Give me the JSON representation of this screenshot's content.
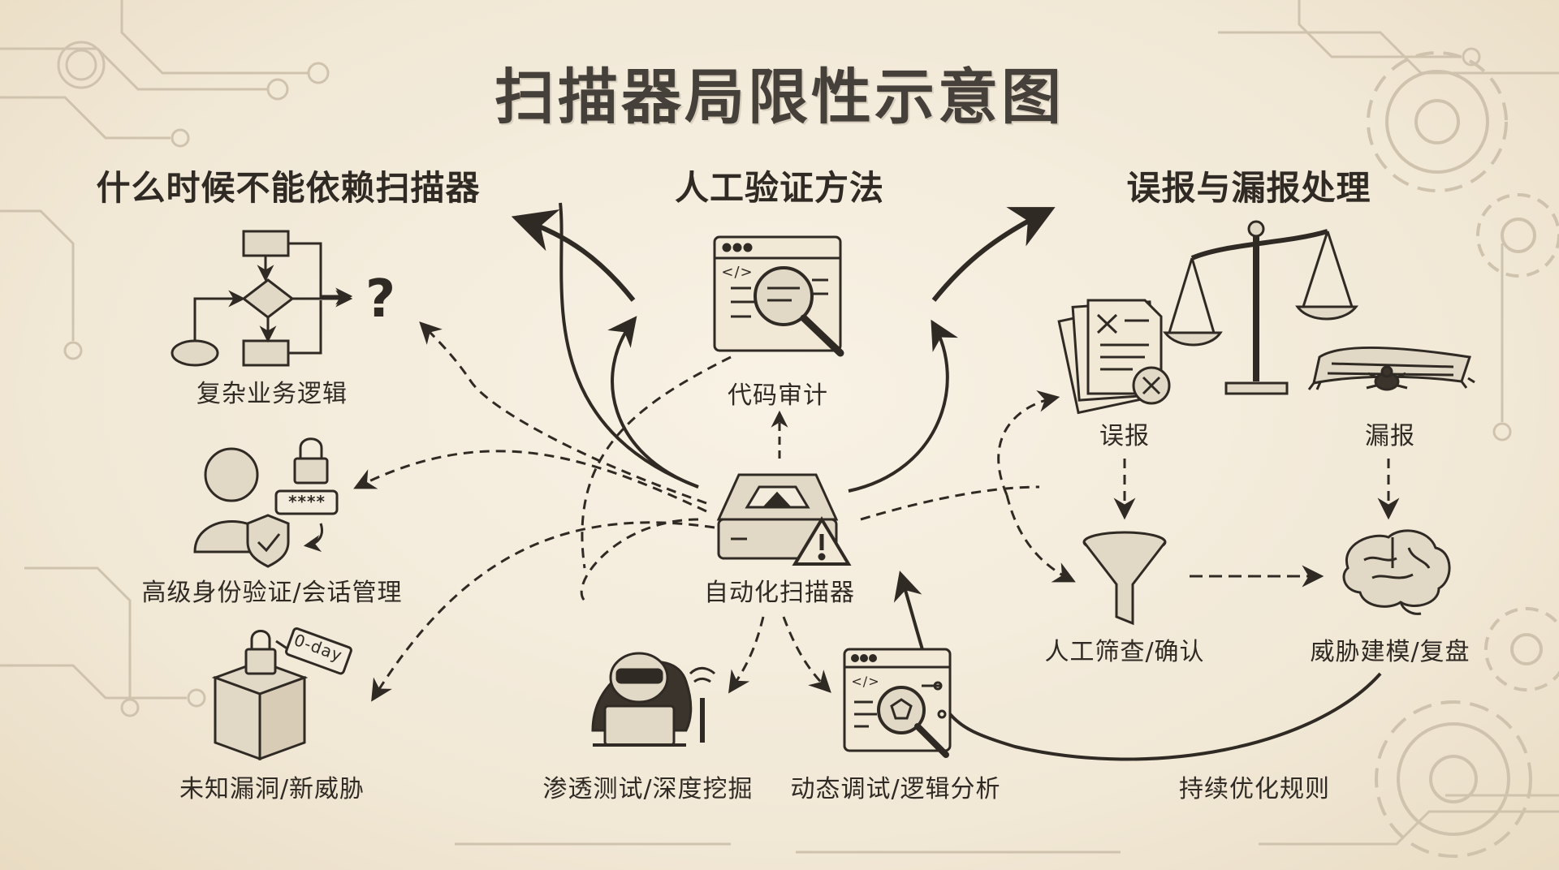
{
  "title": "扫描器局限性示意图",
  "sections": {
    "left": "什么时候不能依赖扫描器",
    "center": "人工验证方法",
    "right": "误报与漏报处理"
  },
  "nodes": {
    "complex_logic": "复杂业务逻辑",
    "auth_session": "高级身份验证/会话管理",
    "unknown_vuln": "未知漏洞/新威胁",
    "zero_day_tag": "0-day",
    "code_audit": "代码审计",
    "scanner": "自动化扫描器",
    "pentest": "渗透测试/深度挖掘",
    "dynamic_debug": "动态调试/逻辑分析",
    "false_positive": "误报",
    "false_negative": "漏报",
    "manual_review": "人工筛查/确认",
    "threat_model": "威胁建模/复盘",
    "optimize": "持续优化规则"
  },
  "icon_texts": {
    "password_mask": "****",
    "code_tag": "</>"
  },
  "colors": {
    "ink": "#2f2a24",
    "paper": "#f3ebdb",
    "faint": "#cfc3ad",
    "title": "#45403a"
  }
}
